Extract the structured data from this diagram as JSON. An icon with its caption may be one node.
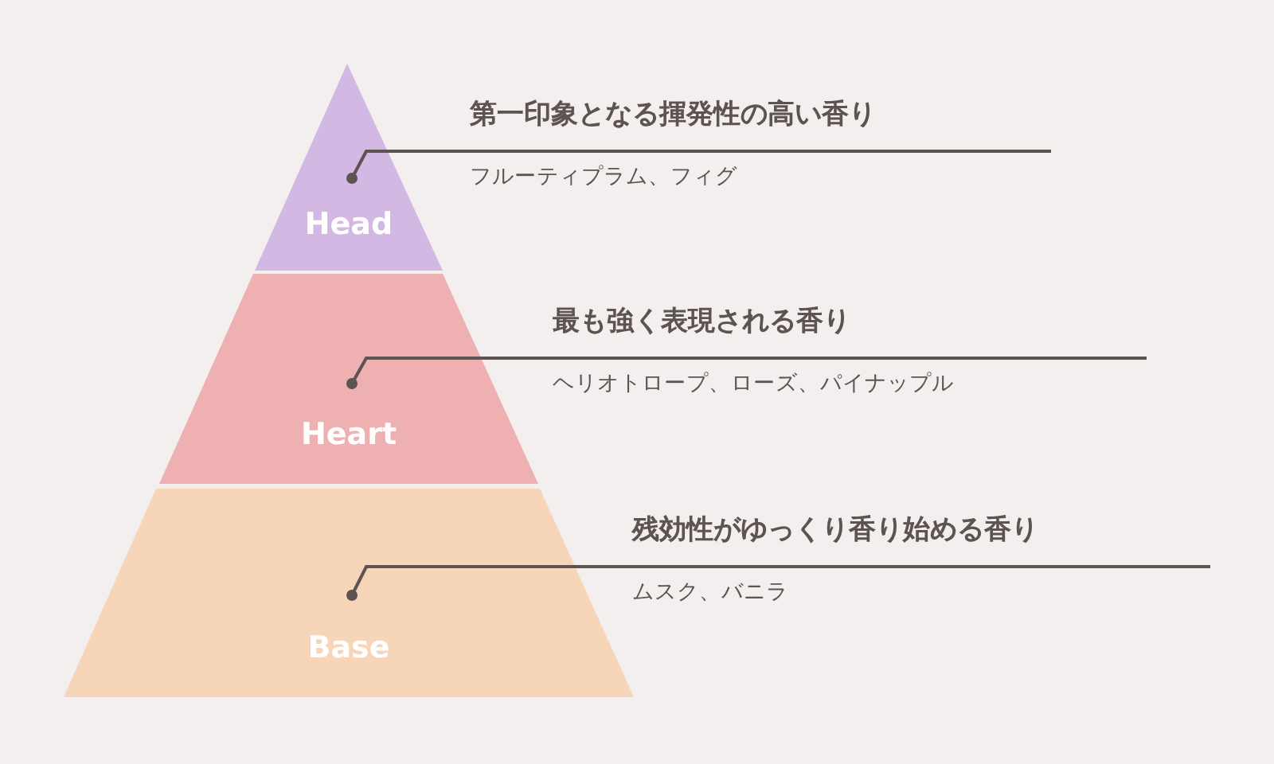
{
  "diagram": {
    "nodes": [
      {
        "text": [
          "Head"
        ]
      },
      {
        "text": [
          "Heart"
        ]
      },
      {
        "text": [
          "Base"
        ]
      },
      {
        "text": [
          "第一印象となる揮発性の高い香り",
          "フルーティプラム、フィグ"
        ]
      },
      {
        "text": [
          "最も強く表現される香り",
          "ヘリオトロープ、ローズ、パイナップル"
        ]
      },
      {
        "text": [
          "残効性がゆっくり香り始める香り",
          "ムスク、バニラ"
        ]
      }
    ],
    "edges": [
      {
        "from": 3,
        "to": 0,
        "arrow": "other"
      },
      {
        "from": 4,
        "to": 1,
        "arrow": "other"
      },
      {
        "from": 5,
        "to": 2,
        "arrow": "other"
      }
    ]
  }
}
